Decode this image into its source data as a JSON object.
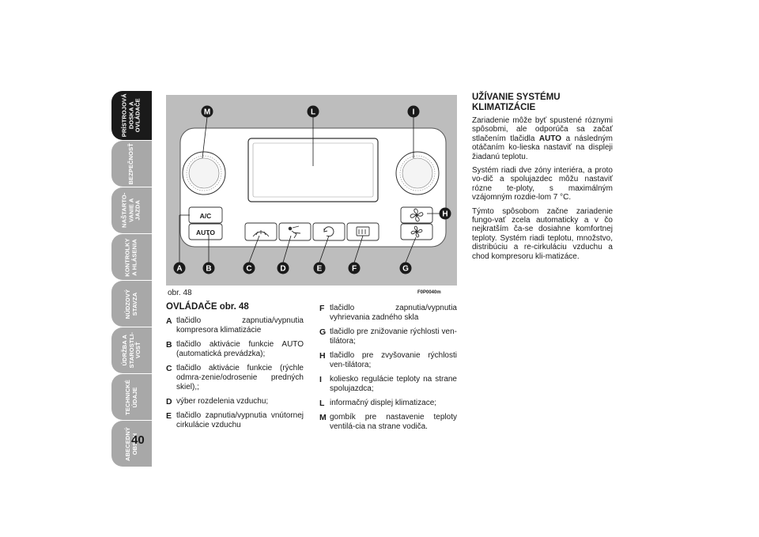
{
  "side_tabs": [
    {
      "label": "PRÍSTROJOVÁ\nDOSKA A\nOVLÁDAČE",
      "active": true
    },
    {
      "label": "BEZPEČNOSŤ",
      "active": false
    },
    {
      "label": "NAŠTARTO-\nVANIE A\nJAZDA",
      "active": false
    },
    {
      "label": "KONTROLKY\nA HLÁSENIA",
      "active": false
    },
    {
      "label": "NÚDZOVÝ\nSTAVZA",
      "active": false
    },
    {
      "label": "ÚDRŽBA A\nSTAROSTLI-\nVOSŤ",
      "active": false
    },
    {
      "label": "TECHNICKÉ\nÚDAJE",
      "active": false
    },
    {
      "label": "ABECEDNÝ\nOBSAH",
      "active": false
    }
  ],
  "page_number": "40",
  "figure": {
    "caption": "obr. 48",
    "code": "F0P0040m",
    "buttons": {
      "ac": "A/C",
      "auto": "AUTO"
    },
    "callouts": [
      "M",
      "L",
      "I",
      "H",
      "A",
      "B",
      "C",
      "D",
      "E",
      "F",
      "G"
    ],
    "colors": {
      "panel_bg": "#bdbdbd",
      "callout_fill": "#1a1a1a"
    }
  },
  "legend": {
    "title": "OVLÁDAČE obr. 48",
    "items": [
      {
        "key": "A",
        "text": "tlačidlo zapnutia/vypnutia kompresora klimatizácie"
      },
      {
        "key": "B",
        "text": "tlačidlo aktivácie funkcie AUTO (automatická prevádzka);"
      },
      {
        "key": "C",
        "text": "tlačidlo aktivácie funkcie (rýchle odmra-zenie/odrosenie predných skiel),;"
      },
      {
        "key": "D",
        "text": " výber rozdelenia vzduchu;"
      },
      {
        "key": "E",
        "text": "tlačidlo zapnutia/vypnutia vnútornej cirkulácie vzduchu"
      },
      {
        "key": "F",
        "text": "tlačidlo zapnutia/vypnutia vyhrievania zadného skla"
      },
      {
        "key": "G",
        "text": "tlačidlo pre znižovanie rýchlosti ven-tilátora;"
      },
      {
        "key": "H",
        "text": "tlačidlo pre zvyšovanie rýchlosti ven-tilátora;"
      },
      {
        "key": "I",
        "text": "koliesko regulácie teploty na strane spolujazdca;"
      },
      {
        "key": "L",
        "text": "informačný displej klimatizace;"
      },
      {
        "key": "M",
        "text": "gombík pre nastavenie teploty ventilá-cia na strane vodiča."
      }
    ]
  },
  "section": {
    "title": "UŽÍVANIE SYSTÉMU KLIMATIZÁCIE",
    "p1_before": "Zariadenie môže byť spustené róznymi spôsobmi, ale odporúča sa začať stlačením tlačidla ",
    "p1_bold": "AUTO",
    "p1_after": " a následným otáčaním ko-lieska nastaviť na displeji žiadanú teplotu.",
    "p2": "Systém riadi dve zóny interiéra, a proto vo-dič a spolujazdec môžu nastaviť rózne te-ploty, s maximálným vzájomným rozdie-lom 7 °C.",
    "p3": "Týmto spôsobom začne zariadenie fungo-vať zcela automaticky a v čo nejkratším ča-se dosiahne komfortnej teploty. Systém riadi teplotu, množstvo, distribúciu a re-cirkuláciu vzduchu a chod kompresoru kli-matizáce."
  }
}
